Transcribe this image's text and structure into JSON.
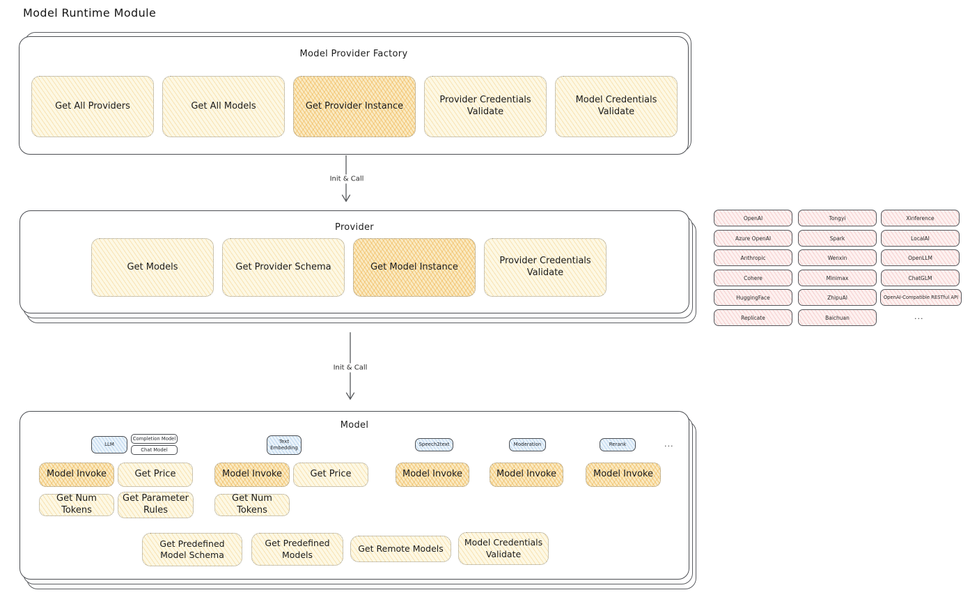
{
  "title": "Model Runtime Module",
  "arrow_label": "Init & Call",
  "factory": {
    "label": "Model Provider Factory",
    "boxes": [
      "Get All Providers",
      "Get All Models",
      "Get Provider Instance",
      "Provider Credentials Validate",
      "Model Credentials Validate"
    ]
  },
  "provider": {
    "label": "Provider",
    "boxes": [
      "Get Models",
      "Get Provider Schema",
      "Get Model Instance",
      "Provider Credentials Validate"
    ]
  },
  "provider_list": {
    "col1": [
      "OpenAI",
      "Azure OpenAI",
      "Anthropic",
      "Cohere",
      "HuggingFace",
      "Replicate"
    ],
    "col2": [
      "Tongyi",
      "Spark",
      "Wenxin",
      "Minimax",
      "ZhipuAI",
      "Baichuan"
    ],
    "col3": [
      "Xinference",
      "LocalAI",
      "OpenLLM",
      "ChatGLM",
      "OpenAI-Compatible RESTful API"
    ],
    "more": "..."
  },
  "model": {
    "label": "Model",
    "types": {
      "llm": "LLM",
      "completion_model": "Completion Model",
      "chat_model": "Chat Model",
      "text_embedding": "Text Embedding",
      "speech2text": "Speech2text",
      "moderation": "Moderation",
      "rerank": "Rerank",
      "more": "..."
    },
    "ops": {
      "model_invoke": "Model Invoke",
      "get_price": "Get Price",
      "get_num_tokens": "Get Num Tokens",
      "get_parameter_rules": "Get Parameter Rules"
    },
    "bottom": [
      "Get Predefined Model Schema",
      "Get Predefined Models",
      "Get Remote Models",
      "Model Credentials Validate"
    ]
  },
  "colors": {
    "yellow_bg": "#fdf8e4",
    "yellow_highlight_bg": "#faeac2",
    "pink_bg": "#fdf1f0",
    "blue_bg": "#eaf3fb",
    "container_border": "#4b4d52"
  }
}
